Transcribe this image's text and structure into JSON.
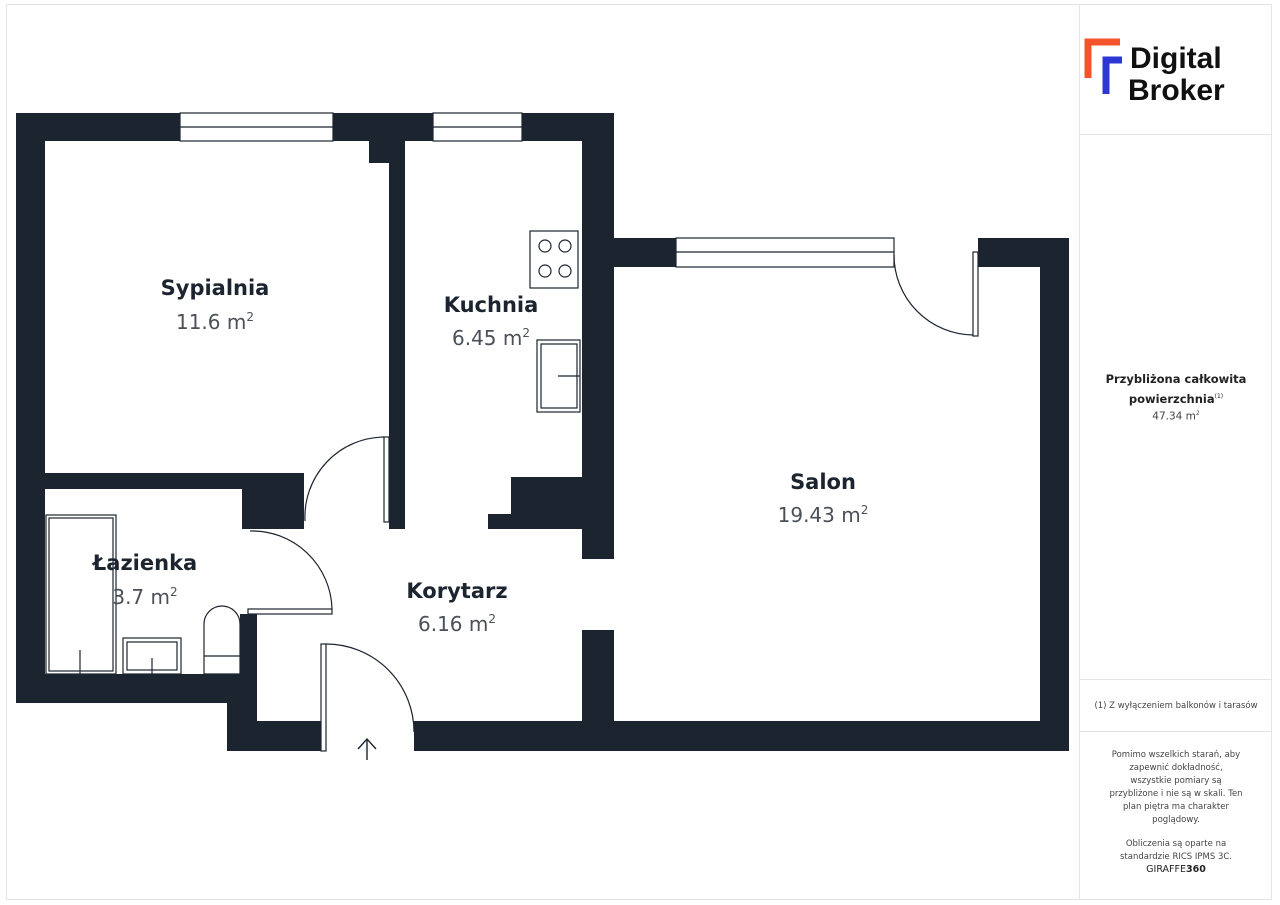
{
  "plan": {
    "rooms": [
      {
        "name": "Sypialnia",
        "area": "11.6 m"
      },
      {
        "name": "Kuchnia",
        "area": "6.45 m"
      },
      {
        "name": "Salon",
        "area": "19.43 m"
      },
      {
        "name": "Łazienka",
        "area": "3.7 m"
      },
      {
        "name": "Korytarz",
        "area": "6.16 m"
      }
    ],
    "area_superscript": "2"
  },
  "logo": {
    "line1": "Digital",
    "line2": "Broker",
    "colors": {
      "orange": "#F4532B",
      "blue": "#2C37D6",
      "text": "#111111"
    }
  },
  "sidebar": {
    "total_label_1": "Przybliżona całkowita",
    "total_label_2": "powierzchnia",
    "total_label_marker": "(1)",
    "total_value": "47.34 m",
    "note": "(1) Z wyłączeniem balkonów i tarasów",
    "disclaimer_1": "Pomimo wszelkich starań, aby zapewnić dokładność, wszystkie pomiary są przybliżone i nie są w skali. Ten plan piętra ma charakter poglądowy.",
    "disclaimer_2": "Obliczenia są oparte na standardzie RICS IPMS 3C.",
    "brand_a": "GIRAFFE",
    "brand_b": "360"
  },
  "colors": {
    "wall": "#1c2430",
    "text": "#1c2430"
  }
}
